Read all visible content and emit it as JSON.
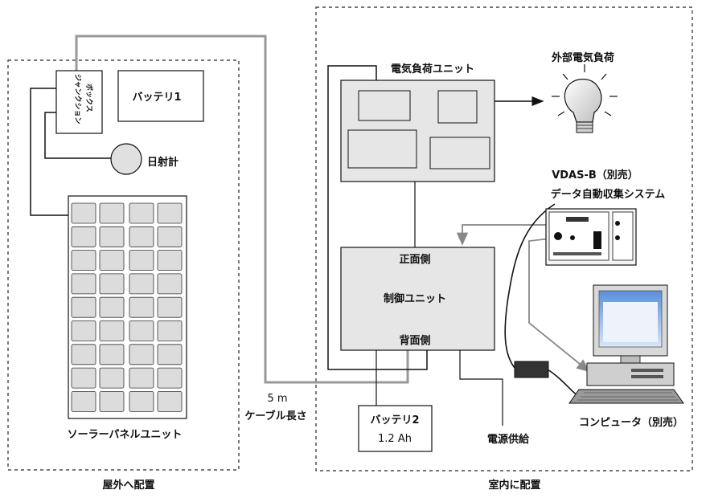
{
  "zones": {
    "outdoor_label": "屋外へ配置",
    "indoor_label": "室内に配置"
  },
  "outdoor": {
    "junction_box_line1": "ジャンクション",
    "junction_box_line2": "ボックス",
    "battery1": "バッテリ1",
    "pyranometer": "日射計",
    "solar_panel": "ソーラーパネルユニット"
  },
  "cable": {
    "length": "5 m",
    "label": "ケーブル長さ"
  },
  "indoor": {
    "load_unit": "電気負荷ユニット",
    "external_load": "外部電気負荷",
    "control_front": "正面側",
    "control_unit": "制御ユニット",
    "control_back": "背面側",
    "battery2": "バッテリ2",
    "battery2_capacity": "1.2 Ah",
    "power_supply": "電源供給",
    "vdas_title": "VDAS-B（別売）",
    "vdas_subtitle": "データ自動収集システム",
    "computer": "コンピュータ（別売）"
  }
}
